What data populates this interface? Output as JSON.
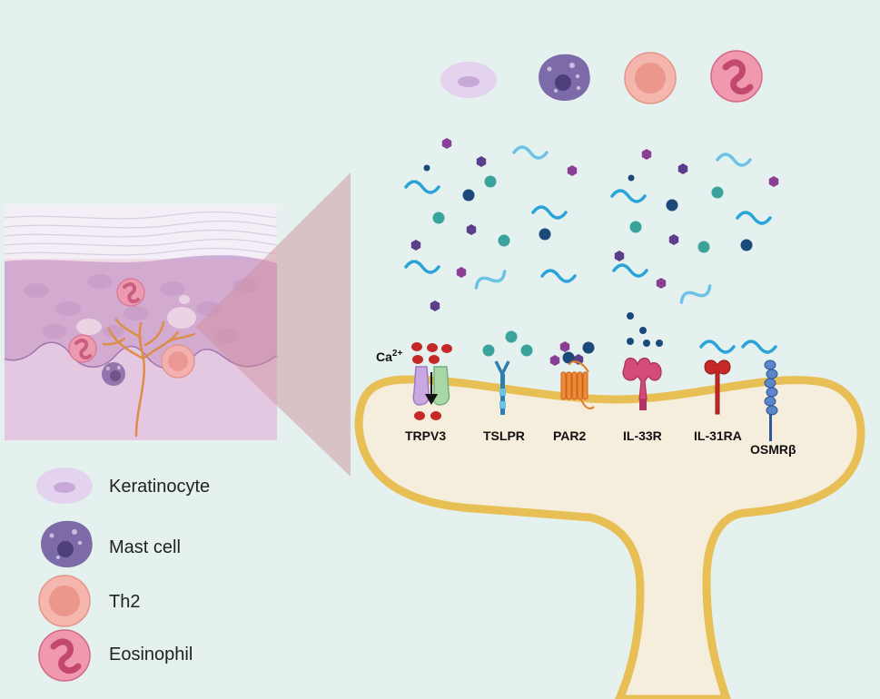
{
  "receptors": {
    "ca_label": "Ca",
    "ca_sup": "2+",
    "trpv3": "TRPV3",
    "tslpr": "TSLPR",
    "par2": "PAR2",
    "il33r": "IL-33R",
    "il31ra": "IL-31RA",
    "osmrb": "OSMRβ"
  },
  "legend": {
    "keratinocyte": "Keratinocyte",
    "mast_cell": "Mast cell",
    "th2": "Th2",
    "eosinophil": "Eosinophil"
  },
  "colors": {
    "background": "#e4f1ee",
    "neuron_fill": "#f6eedc",
    "neuron_stroke": "#e8bf55",
    "keratinocyte": "#e3d3ee",
    "mast_cell": "#7d6aa8",
    "th2": "#f5b7ad",
    "eosinophil": "#ef98ae",
    "nerve": "#d98a2a",
    "cytokine_wave": "#2aa3d8",
    "dot_teal": "#3aa39c",
    "dot_navy": "#1b4a7a",
    "hexagon_purple": "#8a3f94",
    "ca_ion": "#c62828"
  }
}
